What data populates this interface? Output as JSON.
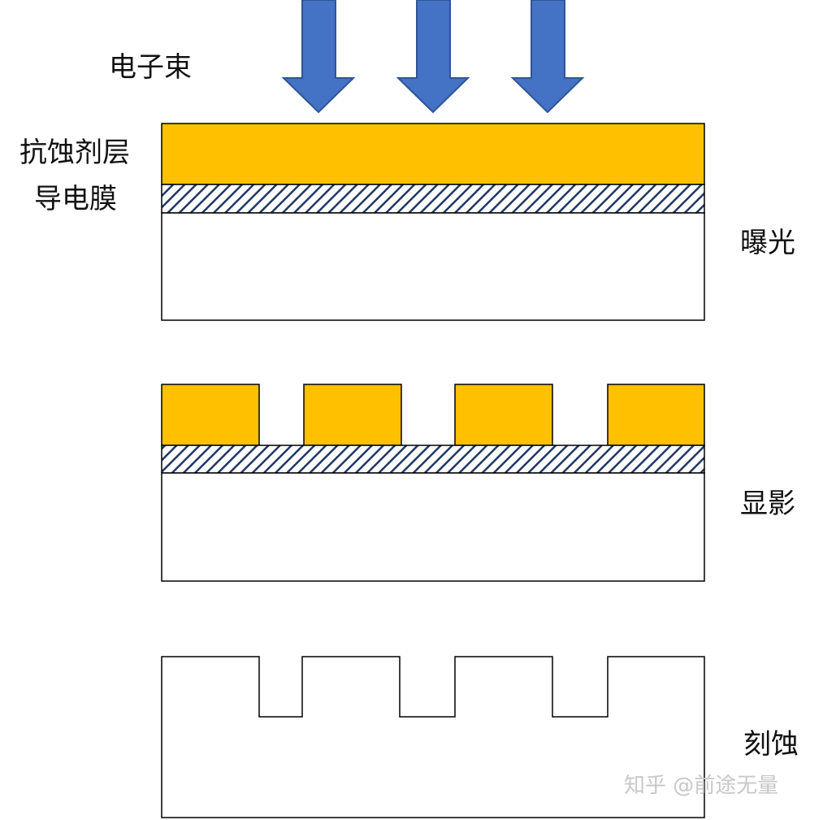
{
  "labels": {
    "electron_beam": "电子束",
    "resist_layer": "抗蚀剂层",
    "conductive_film": "导电膜",
    "step_exposure": "曝光",
    "step_development": "显影",
    "step_etching": "刻蚀"
  },
  "watermark": "知乎 @前途无量",
  "colors": {
    "resist": "#FFC000",
    "arrow": "#4472C4",
    "arrow_outline": "#2F5597",
    "hatch": "#1F3864",
    "outline": "#000000"
  },
  "icons": {
    "beam": "down-arrow-icon"
  }
}
